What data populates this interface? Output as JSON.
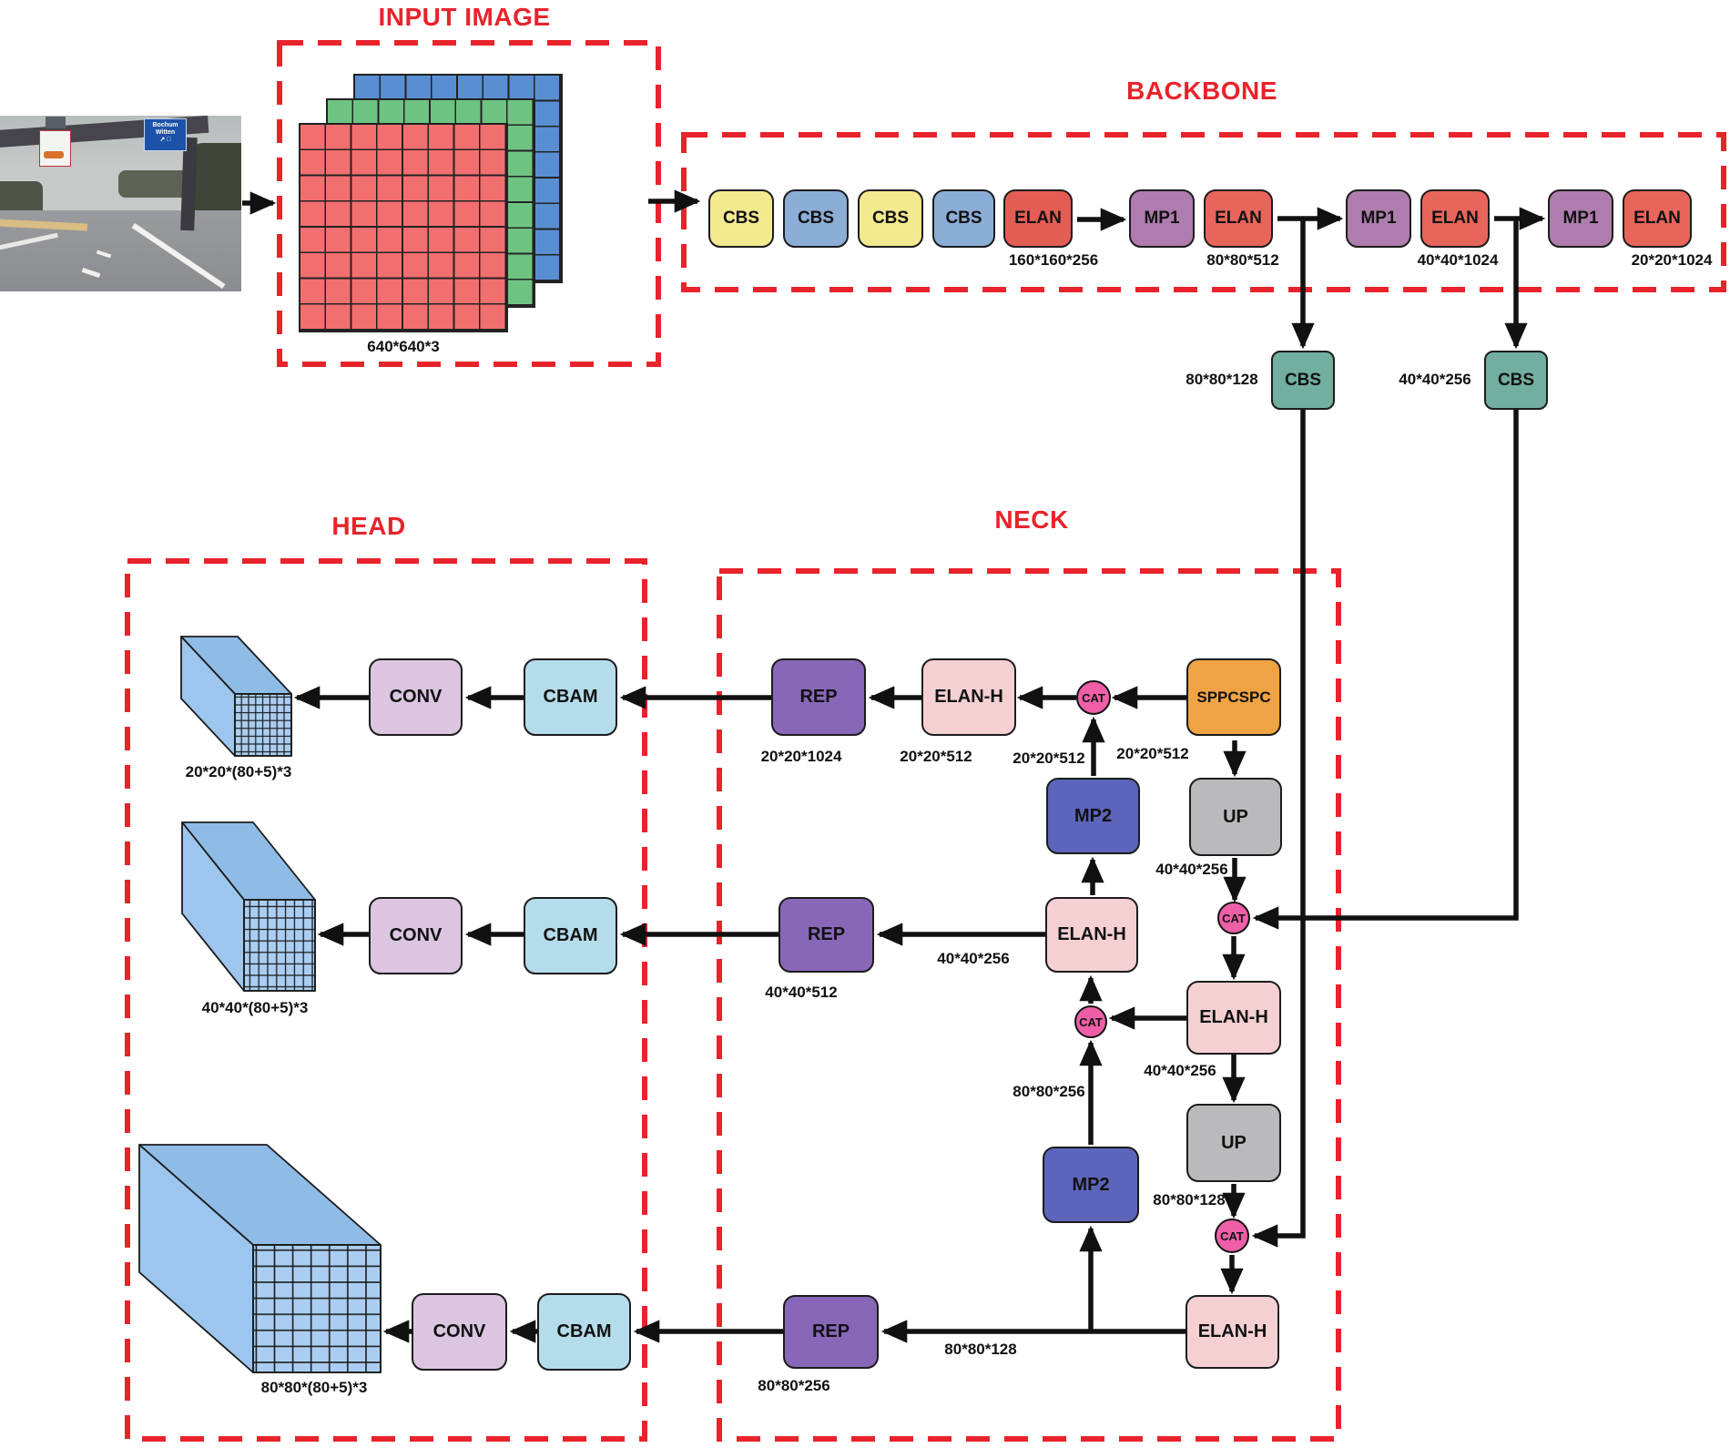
{
  "titles": {
    "input": "INPUT IMAGE",
    "backbone": "BACKBONE",
    "head": "HEAD",
    "neck": "NECK"
  },
  "input": {
    "dim": "640*640*3"
  },
  "photo": {
    "sign_line1": "Bochum",
    "sign_line2": "Witten"
  },
  "backbone": {
    "cbs1": "CBS",
    "cbs2": "CBS",
    "cbs3": "CBS",
    "cbs4": "CBS",
    "elan1": "ELAN",
    "elan1_dim": "160*160*256",
    "mp1a": "MP1",
    "elan2": "ELAN",
    "elan2_dim": "80*80*512",
    "mp1b": "MP1",
    "elan3": "ELAN",
    "elan3_dim": "40*40*1024",
    "mp1c": "MP1",
    "elan4": "ELAN",
    "elan4_dim": "20*20*1024"
  },
  "branches": {
    "cbs_a": "CBS",
    "cbs_a_dim": "80*80*128",
    "cbs_b": "CBS",
    "cbs_b_dim": "40*40*256"
  },
  "neck": {
    "sppcspc": "SPPCSPC",
    "sppcspc_dim": "20*20*512",
    "cat_top": "CAT",
    "cat_top_dim": "20*20*512",
    "elanh_top": "ELAN-H",
    "elanh_top_dim": "20*20*512",
    "rep_top": "REP",
    "rep_top_dim": "20*20*1024",
    "mp2_top": "MP2",
    "up_top": "UP",
    "up_top_dim": "40*40*256",
    "cat_mid": "CAT",
    "elanh_mid": "ELAN-H",
    "elanh_mid_out_dim": "40*40*256",
    "rep_mid": "REP",
    "rep_mid_dim": "40*40*512",
    "cat_left": "CAT",
    "elanh_right": "ELAN-H",
    "elanh_right_dim": "40*40*256",
    "mp2_bottom": "MP2",
    "mp2_bottom_dim": "80*80*256",
    "up_bottom": "UP",
    "up_bottom_dim": "80*80*128",
    "cat_bottom": "CAT",
    "elanh_bottom": "ELAN-H",
    "elanh_bottom_out_dim": "80*80*128",
    "rep_bottom": "REP",
    "rep_bottom_dim": "80*80*256"
  },
  "head": {
    "conv": "CONV",
    "cbam": "CBAM",
    "out_top_dim": "20*20*(80+5)*3",
    "out_mid_dim": "40*40*(80+5)*3",
    "out_bottom_dim": "80*80*(80+5)*3"
  },
  "colors": {
    "dashed_box": "#e8232b",
    "title_red": "#e8232b",
    "arrow": "#111111",
    "cbs_yellow": "#f3e98f",
    "cbs_blue": "#8cadd6",
    "elan_red": "#e8655c",
    "mp1_mauve": "#ae7cad",
    "cbs_teal": "#72afa0",
    "sppcspc_orange": "#f0a342",
    "cat_pink": "#ee5fa7",
    "rep_purple": "#8867b8",
    "elanh_pink": "#f5d0d3",
    "mp2_indigo": "#5c64bb",
    "up_gray": "#bababc",
    "conv_lavender": "#dbc5e0",
    "cbam_blue": "#b5dcea",
    "grid_red": "#f26f6f",
    "grid_green": "#6ec383",
    "grid_blue": "#5a8ed2",
    "cuboid_front": "#aacef2",
    "cuboid_top": "#8fbce6",
    "cuboid_side": "#9cc6ee"
  }
}
